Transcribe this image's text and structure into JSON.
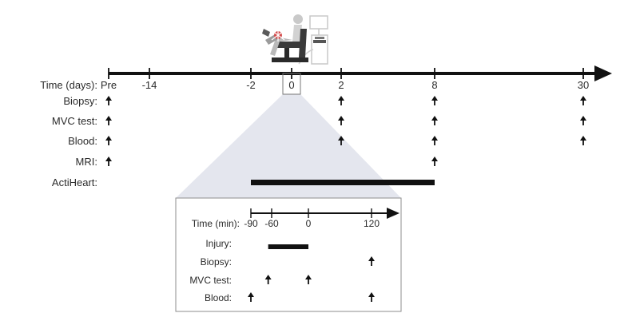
{
  "colors": {
    "axis": "#111111",
    "text": "#2b2b2b",
    "arrow": "#111111",
    "zoom_fill": "#e4e6ee",
    "inset_border": "#8e8e8e",
    "illustration_gray": "#9a9a9a",
    "illustration_light": "#d8d8d8",
    "injury_accent": "#c0392b"
  },
  "icons": [
    "dynamometer-chair-illustration",
    "up-arrow-icon"
  ],
  "main_timeline": {
    "label": "Time (days):",
    "ticks": [
      {
        "label": "Pre",
        "value": -22
      },
      {
        "label": "-14",
        "value": -14
      },
      {
        "label": "-2",
        "value": -2
      },
      {
        "label": "0",
        "value": 0
      },
      {
        "label": "2",
        "value": 2
      },
      {
        "label": "8",
        "value": 8
      },
      {
        "label": "30",
        "value": 30
      }
    ],
    "rows": [
      {
        "label": "Biopsy:",
        "arrows_at": [
          -22,
          2,
          8,
          30
        ]
      },
      {
        "label": "MVC test:",
        "arrows_at": [
          -22,
          2,
          8,
          30
        ]
      },
      {
        "label": "Blood:",
        "arrows_at": [
          -22,
          2,
          8,
          30
        ]
      },
      {
        "label": "MRI:",
        "arrows_at": [
          -22,
          8
        ]
      },
      {
        "label": "ActiHeart:",
        "bar": [
          -2,
          8
        ]
      }
    ]
  },
  "inset_timeline": {
    "label": "Time (min):",
    "ticks": [
      {
        "label": "-90",
        "value": -90
      },
      {
        "label": "-60",
        "value": -60
      },
      {
        "label": "0",
        "value": 0
      },
      {
        "label": "120",
        "value": 120
      }
    ],
    "rows": [
      {
        "label": "Injury:",
        "bar": [
          -65,
          0
        ]
      },
      {
        "label": "Biopsy:",
        "arrows_at": [
          120
        ]
      },
      {
        "label": "MVC test:",
        "arrows_at": [
          -65,
          0
        ]
      },
      {
        "label": "Blood:",
        "arrows_at": [
          -90,
          120
        ]
      }
    ]
  }
}
